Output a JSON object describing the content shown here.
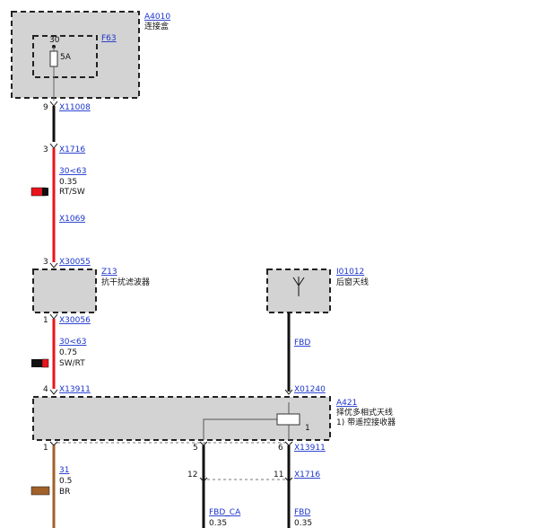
{
  "components": {
    "a4010": {
      "id": "A4010",
      "desc": "连接盒"
    },
    "f63": {
      "id": "F63",
      "pin": "30",
      "rating": "5A"
    },
    "z13": {
      "id": "Z13",
      "desc": "抗干扰滤波器"
    },
    "i01012": {
      "id": "I01012",
      "desc": "后窗天线"
    },
    "a421": {
      "id": "A421",
      "desc": "择优多相式天线",
      "note": "1)  带遥控接收器",
      "inner_pin": "1"
    }
  },
  "connectors": {
    "x11008": {
      "id": "X11008",
      "pin": "9"
    },
    "x1716_top": {
      "id": "X1716",
      "pin": "3"
    },
    "x1069": {
      "id": "X1069"
    },
    "x30055": {
      "id": "X30055",
      "pin": "3"
    },
    "x30056": {
      "id": "X30056",
      "pin": "1"
    },
    "x13911_top": {
      "id": "X13911",
      "pin": "4"
    },
    "x01240": {
      "id": "X01240"
    },
    "x13911_bottom": {
      "id": "X13911",
      "pin_left": "1",
      "pin_mid": "5",
      "pin_right": "6"
    },
    "x1716_bottom": {
      "id": "X1716",
      "pin_left": "12",
      "pin_right": "11"
    }
  },
  "wires": {
    "w1": {
      "ref": "30<63",
      "size": "0.35",
      "color": "RT/SW",
      "color_main": "#e8141c",
      "color_stripe": "#111111"
    },
    "w2": {
      "ref": "30<63",
      "size": "0.75",
      "color": "SW/RT",
      "color_main": "#111111",
      "color_stripe": "#e8141c"
    },
    "w3": {
      "ref": "31",
      "size": "0.5",
      "color": "BR",
      "color_main": "#a0612a"
    },
    "fbd_top": {
      "ref": "FBD"
    },
    "fbd_ca": {
      "ref": "FBD_CA",
      "size": "0.35"
    },
    "fbd_right": {
      "ref": "FBD",
      "size": "0.35"
    }
  }
}
